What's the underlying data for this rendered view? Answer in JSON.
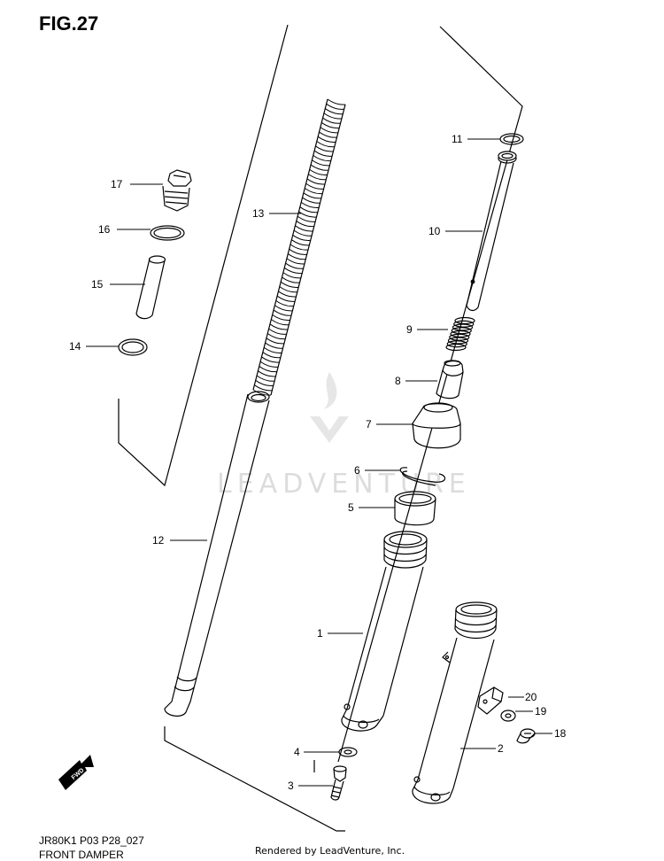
{
  "header": {
    "figure_title": "FIG.27"
  },
  "footer": {
    "model_code": "JR80K1 P03 P28_027",
    "section_name": "FRONT DAMPER",
    "rendered_by": "Rendered by LeadVenture, Inc."
  },
  "watermark": {
    "text": "LEADVENTURE"
  },
  "fwd_badge": {
    "text": "FWD"
  },
  "callouts": {
    "p1": "1",
    "p2": "2",
    "p3": "3",
    "p4": "4",
    "p5": "5",
    "p6": "6",
    "p7": "7",
    "p8": "8",
    "p9": "9",
    "p10": "10",
    "p11": "11",
    "p12": "12",
    "p13": "13",
    "p14": "14",
    "p15": "15",
    "p16": "16",
    "p17": "17",
    "p18": "18",
    "p19": "19",
    "p20": "20"
  },
  "colors": {
    "line": "#000000",
    "watermark": "#dcdcdc",
    "background": "#ffffff"
  }
}
